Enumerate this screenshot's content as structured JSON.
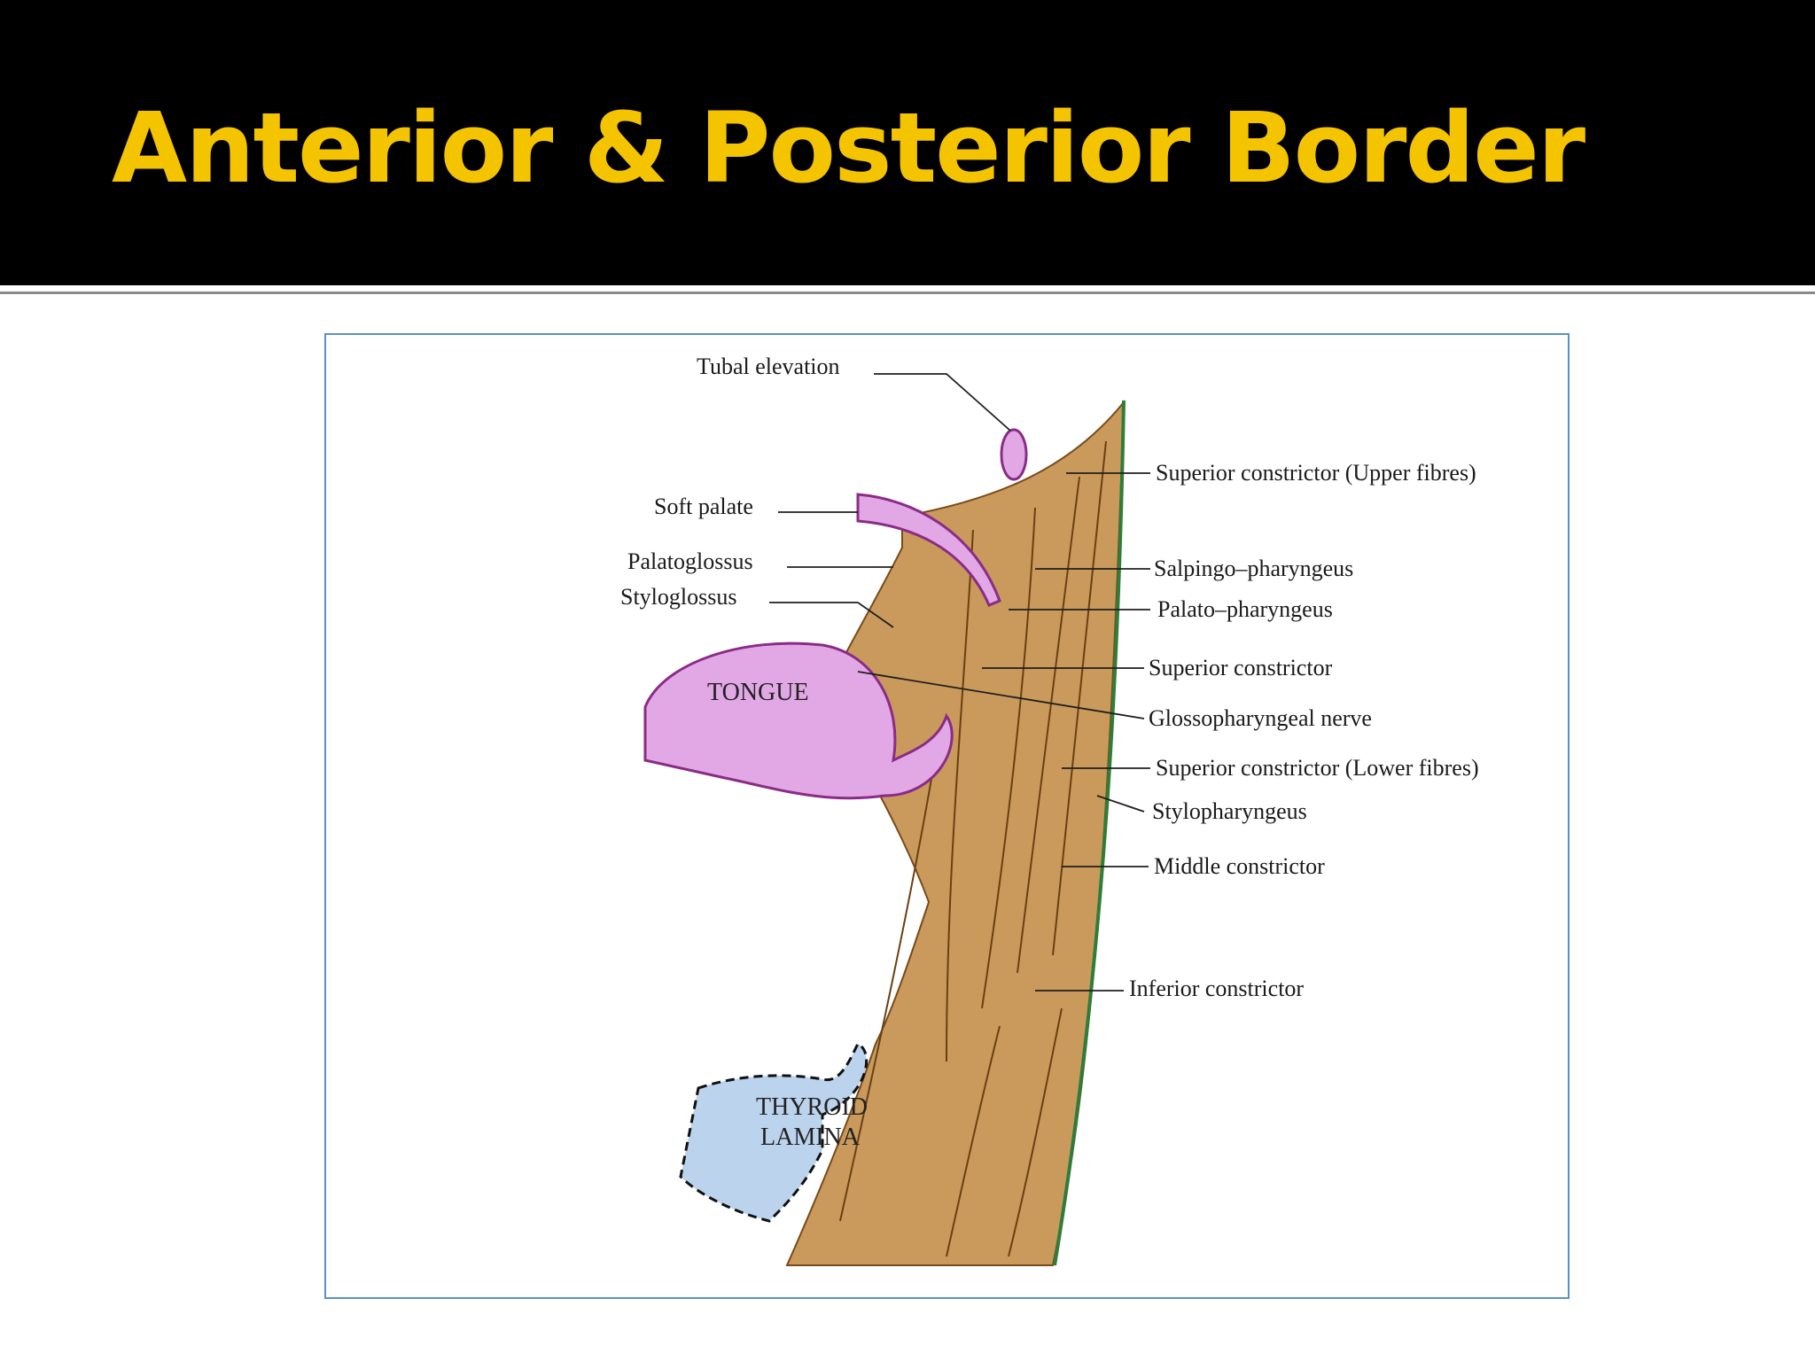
{
  "slide": {
    "title": "Anterior & Posterior Border",
    "title_color": "#f5c400",
    "header_bg": "#000000"
  },
  "diagram": {
    "labels": {
      "tubal_elevation": "Tubal elevation",
      "soft_palate": "Soft palate",
      "palatoglossus": "Palatoglossus",
      "styloglossus": "Styloglossus",
      "superior_constrictor_upper": "Superior constrictor (Upper fibres)",
      "salpingo_pharyngeus": "Salpingo–pharyngeus",
      "palato_pharyngeus": "Palato–pharyngeus",
      "superior_constrictor": "Superior constrictor",
      "glossopharyngeal_nerve": "Glossopharyngeal nerve",
      "superior_constrictor_lower": "Superior constrictor (Lower fibres)",
      "stylopharyngeus": "Stylopharyngeus",
      "middle_constrictor": "Middle constrictor",
      "inferior_constrictor": "Inferior constrictor"
    },
    "organs": {
      "tongue": "TONGUE",
      "thyroid_line1": "THYROID",
      "thyroid_line2": "LAMINA"
    },
    "colors": {
      "muscle": "#c99a5c",
      "tongue": "#e2a8e6",
      "tongue_outline": "#8a2c86",
      "thyroid": "#bcd3ee",
      "frame": "#5b8fc8",
      "posterior_edge": "#2e7d3a"
    }
  }
}
